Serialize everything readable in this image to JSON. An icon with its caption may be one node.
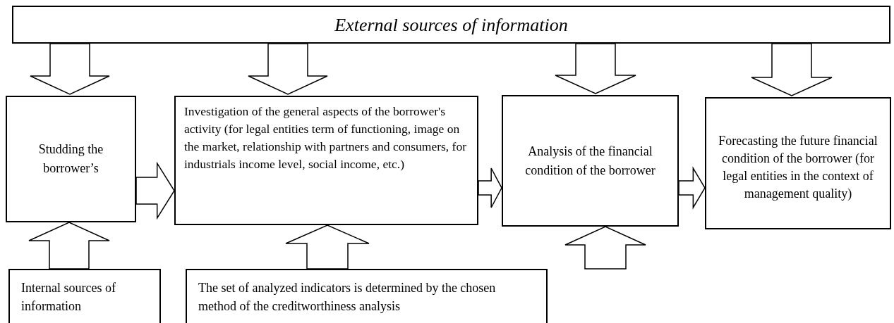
{
  "diagram": {
    "nodes": [
      {
        "text": [
          "External sources of information"
        ]
      },
      {
        "text": [
          "Studding the borrower’s"
        ]
      },
      {
        "text": [
          "Investigation of the general aspects of the borrower's activity (for legal entities term of functioning, image on the market, relationship with partners and consumers, for industrials income level, social income, etc.)"
        ]
      },
      {
        "text": [
          "Analysis of the financial condition of the borrower"
        ]
      },
      {
        "text": [
          "Forecasting the future financial condition of the borrower (for legal entities in the context of management quality)"
        ]
      },
      {
        "text": [
          "Internal sources of information"
        ]
      },
      {
        "text": [
          "The set of analyzed indicators is determined by the chosen method of the creditworthiness analysis"
        ]
      }
    ],
    "edges": [
      {
        "from": 0,
        "to": 1,
        "arrow": "to"
      },
      {
        "from": 0,
        "to": 2,
        "arrow": "to"
      },
      {
        "from": 0,
        "to": 3,
        "arrow": "to"
      },
      {
        "from": 0,
        "to": 4,
        "arrow": "to"
      },
      {
        "from": 1,
        "to": 2,
        "arrow": "to"
      },
      {
        "from": 2,
        "to": 3,
        "arrow": "to"
      },
      {
        "from": 3,
        "to": 4,
        "arrow": "to"
      },
      {
        "from": 5,
        "to": 1,
        "arrow": "to"
      },
      {
        "from": 6,
        "to": 2,
        "arrow": "to"
      },
      {
        "from": 6,
        "to": 3,
        "arrow": "to"
      }
    ]
  }
}
